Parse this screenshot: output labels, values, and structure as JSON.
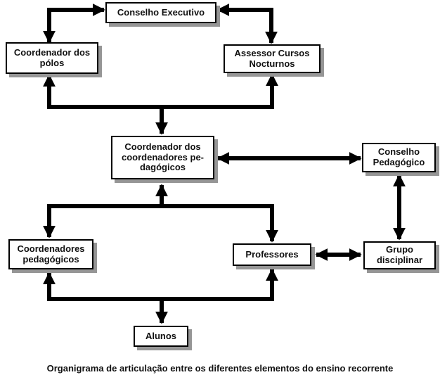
{
  "diagram": {
    "caption": "Organigrama de articulação entre os diferentes elementos do ensino recorrente",
    "nodes": {
      "conselho_executivo": "Conselho Executivo",
      "coordenador_polos": "Coordenador dos\npólos",
      "assessor_cursos_nocturnos": "Assessor Cursos\nNocturnos",
      "coordenador_coordenadores": "Coordenador dos\ncoordenadores pe-\ndagógicos",
      "conselho_pedagogico": "Conselho\nPedagógico",
      "coordenadores_pedagogicos": "Coordenadores\npedagógicos",
      "professores": "Professores",
      "grupo_disciplinar": "Grupo\ndisciplinar",
      "alunos": "Alunos"
    },
    "connections": [
      {
        "from": "coordenador_polos",
        "to": "conselho_executivo",
        "type": "double-headed-elbow"
      },
      {
        "from": "conselho_executivo",
        "to": "assessor_cursos_nocturnos",
        "type": "double-headed-elbow"
      },
      {
        "from": "coordenador_polos",
        "to": "assessor_cursos_nocturnos",
        "type": "bus-both-ends-up",
        "branch_down_to": "coordenador_coordenadores"
      },
      {
        "from": "coordenador_coordenadores",
        "to": "conselho_pedagogico",
        "type": "double-headed-horizontal"
      },
      {
        "from": "conselho_pedagogico",
        "to": "grupo_disciplinar",
        "type": "double-headed-vertical"
      },
      {
        "from": "coordenadores_pedagogicos",
        "to": "professores",
        "type": "bus-both-ends-down",
        "branch_up_to": "coordenador_coordenadores"
      },
      {
        "from": "coordenadores_pedagogicos",
        "to": "professores",
        "type": "bus-both-ends-up",
        "branch_down_to": "alunos"
      },
      {
        "from": "professores",
        "to": "grupo_disciplinar",
        "type": "double-headed-horizontal"
      }
    ],
    "colors": {
      "background": "#ffffff",
      "box_fill": "#ffffff",
      "box_border": "#000000",
      "box_shadow": "#969696",
      "arrow": "#000000",
      "text": "#111111"
    }
  }
}
